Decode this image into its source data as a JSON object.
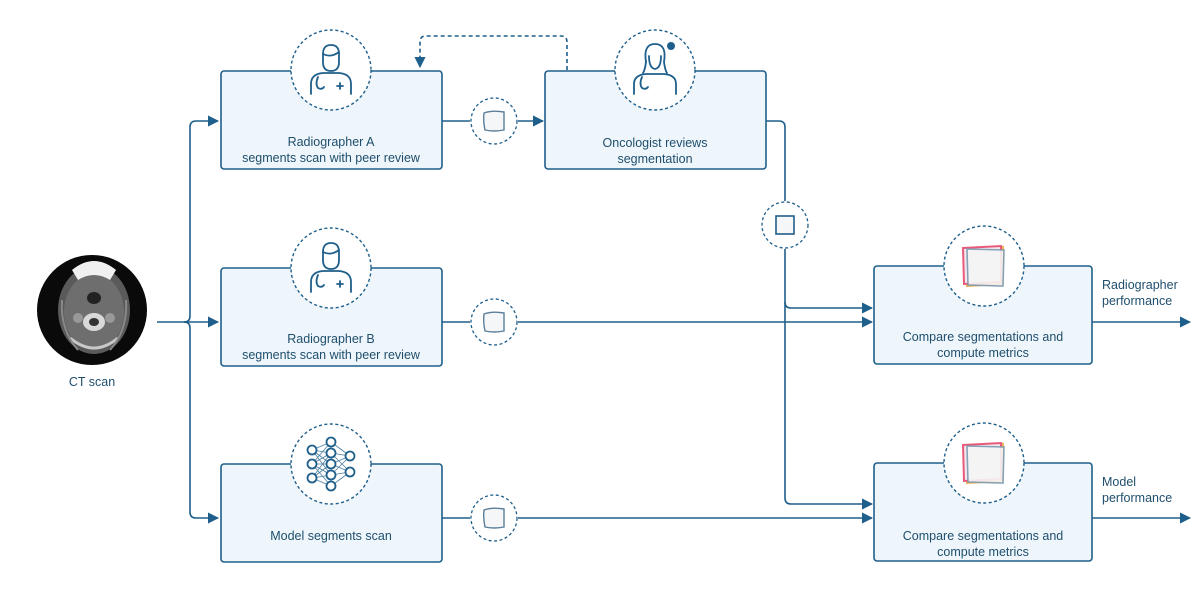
{
  "input": {
    "label": "CT scan"
  },
  "boxes": {
    "radiographer_a": {
      "line1": "Radiographer A",
      "line2": "segments scan with peer review"
    },
    "radiographer_b": {
      "line1": "Radiographer B",
      "line2": "segments scan with peer review"
    },
    "model": {
      "line1": "Model segments scan"
    },
    "oncologist": {
      "line1": "Oncologist reviews",
      "line2": "segmentation"
    },
    "compare_top": {
      "line1": "Compare segmentations and",
      "line2": "compute metrics"
    },
    "compare_bottom": {
      "line1": "Compare segmentations and",
      "line2": "compute metrics"
    }
  },
  "outputs": {
    "radiographer": {
      "line1": "Radiographer",
      "line2": "performance"
    },
    "model": {
      "line1": "Model",
      "line2": "performance"
    }
  },
  "colors": {
    "stroke": "#1f5f8b",
    "box_fill": "#eef6fb",
    "text": "#1f4e6d"
  },
  "icons": [
    "radiographer-icon",
    "oncologist-icon",
    "neural-network-icon",
    "segmentation-mask-icon",
    "comparison-overlay-icon"
  ]
}
